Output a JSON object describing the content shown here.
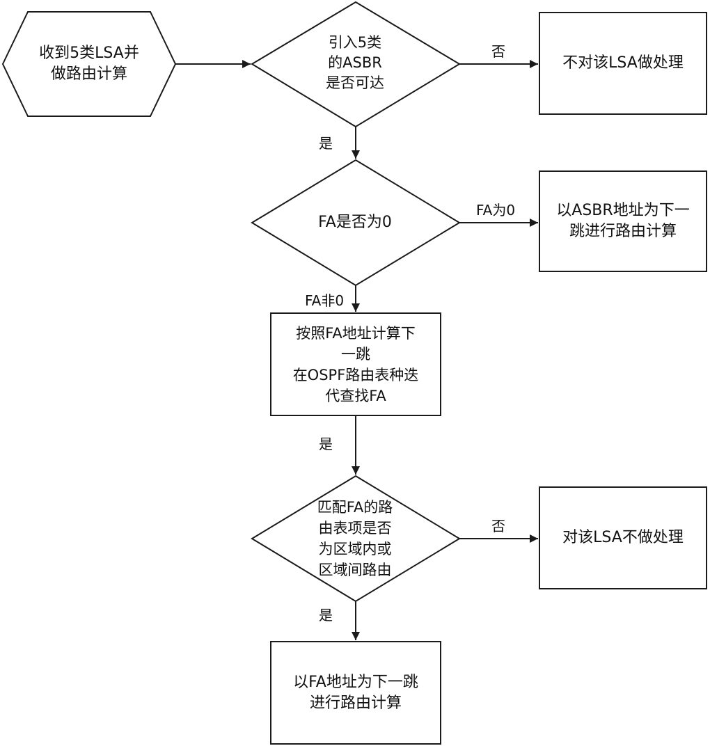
{
  "nodes": {
    "start": {
      "lines": [
        "收到5类LSA并",
        "做路由计算"
      ]
    },
    "d1": {
      "lines": [
        "引入5类",
        "的ASBR",
        "是否可达"
      ]
    },
    "r1": {
      "lines": [
        "不对该LSA做处理"
      ]
    },
    "d2": {
      "lines": [
        "FA是否为0"
      ]
    },
    "r2": {
      "lines": [
        "以ASBR地址为下一",
        "跳进行路由计算"
      ]
    },
    "p1": {
      "lines": [
        "按照FA地址计算下",
        "一跳",
        "在OSPF路由表种迭",
        "代查找FA"
      ]
    },
    "d3": {
      "lines": [
        "匹配FA的路",
        "由表项是否",
        "为区域内或",
        "区域间路由"
      ]
    },
    "r3": {
      "lines": [
        "对该LSA不做处理"
      ]
    },
    "end": {
      "lines": [
        "以FA地址为下一跳",
        "进行路由计算"
      ]
    }
  },
  "edges": {
    "d1_no": "否",
    "d1_yes": "是",
    "d2_zero": "FA为0",
    "d2_nonzero": "FA非0",
    "p1_yes": "是",
    "d3_no": "否",
    "d3_yes": "是"
  },
  "colors": {
    "stroke": "#1a1a1a",
    "text": "#111111",
    "background": "#ffffff"
  }
}
